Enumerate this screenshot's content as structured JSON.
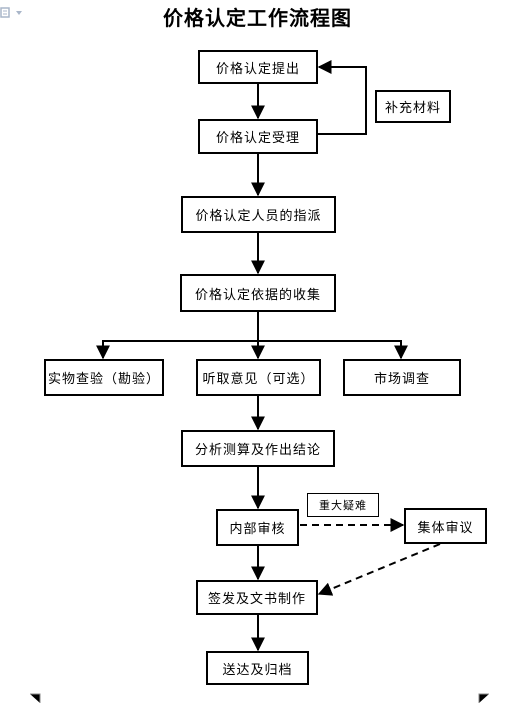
{
  "title": "价格认定工作流程图",
  "nodes": {
    "proposal": "价格认定提出",
    "supplement": "补充材料",
    "acceptance": "价格认定受理",
    "assign": "价格认定人员的指派",
    "collect": "价格认定依据的收集",
    "inspection": "实物查验（勘验）",
    "opinion": "听取意见（可选）",
    "survey": "市场调查",
    "analysis": "分析测算及作出结论",
    "internal_review": "内部审核",
    "major_issue": "重大疑难",
    "collective_review": "集体审议",
    "issue": "签发及文书制作",
    "archive": "送达及归档"
  },
  "colors": {
    "line": "#000000",
    "widget": "#a9b6c9"
  },
  "icons": {
    "corner": "document-widget-icon"
  }
}
